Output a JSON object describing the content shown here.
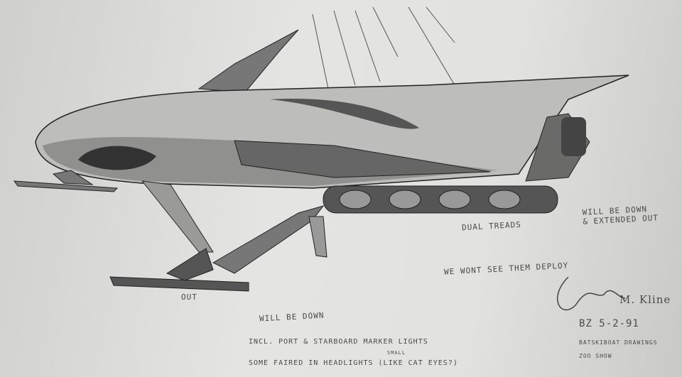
{
  "annotations": {
    "extended": [
      "WILL BE DOWN",
      "& EXTENDED OUT"
    ],
    "treads": "DUAL TREADS",
    "deploy": "WE WONT SEE THEM DEPLOY",
    "out": "OUT",
    "down": "WILL BE DOWN",
    "lights_line1": "INCL. PORT & STARBOARD MARKER LIGHTS",
    "lights_small": "SMALL",
    "lights_line2": "SOME FAIRED IN HEADLIGHTS (LIKE CAT EYES?)"
  },
  "signature": {
    "name": "M. Kline",
    "date": "BZ 5-2-91",
    "line1": "BATSKIBOAT DRAWINGS",
    "line2": "ZOO SHOW"
  },
  "colors": {
    "ink": "#2e2e2e",
    "paper": "#e2e2e0"
  }
}
